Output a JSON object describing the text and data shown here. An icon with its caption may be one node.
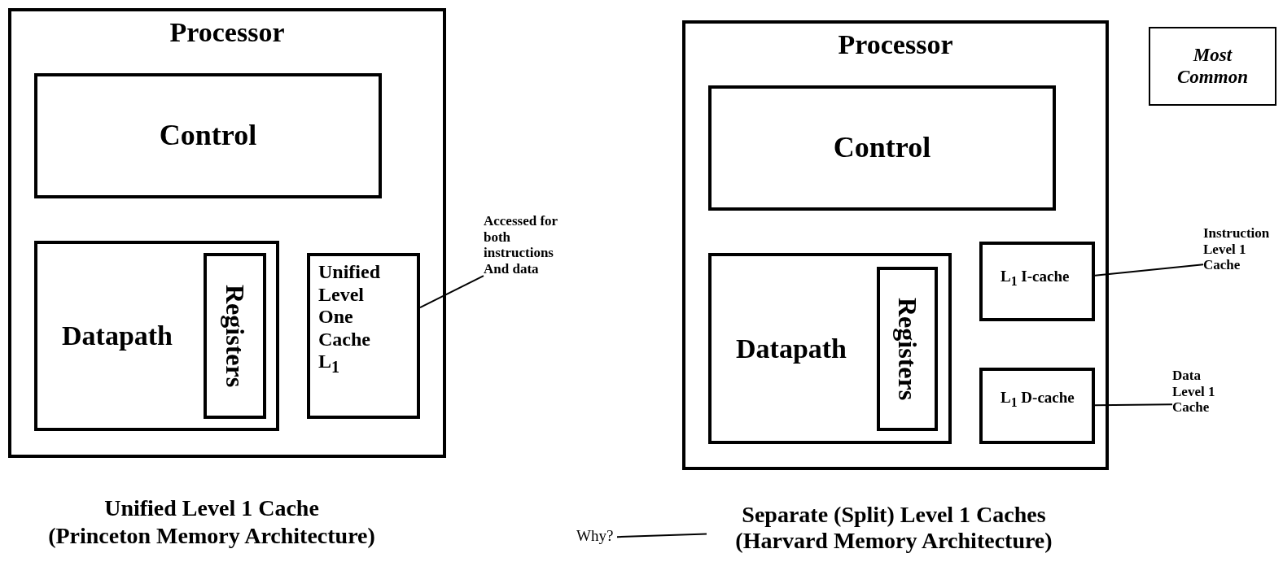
{
  "diagram": {
    "nodes": [
      {
        "text": [
          "Processor"
        ]
      },
      {
        "text": [
          "Control"
        ],
        "in": 0
      },
      {
        "text": [
          "Datapath"
        ],
        "in": 0
      },
      {
        "text": [
          "Registers"
        ],
        "in": 2
      },
      {
        "text": [
          "Unified Level One Cache L$_{1}$"
        ],
        "in": 0
      },
      {
        "text": [
          "Accessed for both instructions And data"
        ]
      },
      {
        "text": [
          "Processor"
        ]
      },
      {
        "text": [
          "Control"
        ],
        "in": 6
      },
      {
        "text": [
          "Datapath"
        ],
        "in": 6
      },
      {
        "text": [
          "Registers"
        ],
        "in": 8
      },
      {
        "text": [
          "L$_{1}$ I-cache"
        ],
        "in": 6
      },
      {
        "text": [
          "L$_{1}$ D-cache"
        ],
        "in": 6
      },
      {
        "text": [
          "Most Common"
        ]
      },
      {
        "text": [
          "Instruction Level 1 Cache"
        ]
      },
      {
        "text": [
          "Data Level 1 Cache"
        ]
      },
      {
        "text": [
          "Why?"
        ]
      },
      {
        "text": [
          "Separate (Split) Level 1 Caches",
          "(Harvard  Memory Architecture)"
        ]
      }
    ],
    "edges": [
      {
        "from": 5,
        "to": 4,
        "arrow": "none"
      },
      {
        "from": 13,
        "to": 10,
        "arrow": "none"
      },
      {
        "from": 14,
        "to": 11,
        "arrow": "none"
      },
      {
        "from": 15,
        "to": 16,
        "arrow": "none"
      }
    ],
    "labels": [
      "Unified Level 1 Cache",
      "(Princeton Memory Architecture)"
    ]
  }
}
